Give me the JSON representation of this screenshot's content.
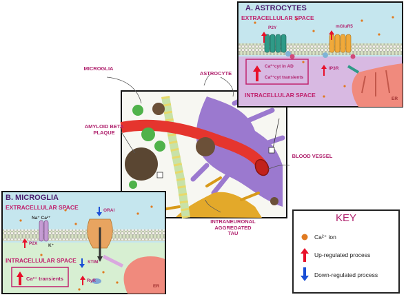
{
  "labels": {
    "microglia": "MICROGLIA",
    "astrocyte": "ASTROCYTE",
    "amyloid": "AMYLOID BETA\nPLAQUE",
    "blood_vessel": "BLOOD VESSEL",
    "tau": "INTRANEURONAL\nAGGREGATED\nTAU"
  },
  "panel_a": {
    "title": "A. ASTROCYTES",
    "extracellular": "EXTRACELLULAR SPACE",
    "intracellular": "INTRACELLULAR SPACE",
    "p2y": "P2Y",
    "mglur5": "mGluR5",
    "ip3r": "IP3R",
    "ca_text1": "Ca²⁺cyt in AD",
    "ca_text2": "Ca²⁺cyt transients",
    "er": "ER"
  },
  "panel_b": {
    "title": "B. MICROGLIA",
    "extracellular": "EXTRACELLULAR SPACE",
    "intracellular": "INTRACELLULAR SPACE",
    "ions": "Na⁺  Ca²⁺",
    "k": "K⁺",
    "p2x": "P2X",
    "orai": "ORAI",
    "stim": "STIM",
    "ryr": "RyR",
    "ca_text": "Ca²⁺ transients",
    "er": "ER"
  },
  "key": {
    "title": "KEY",
    "ca_ion": "Ca²⁺ ion",
    "up": "Up-regulated process",
    "down": "Down-regulated process"
  },
  "colors": {
    "up_arrow": "#e8102a",
    "down_arrow": "#1a4fd6",
    "ca_ion": "#e07a20",
    "accent": "#b0236e"
  }
}
